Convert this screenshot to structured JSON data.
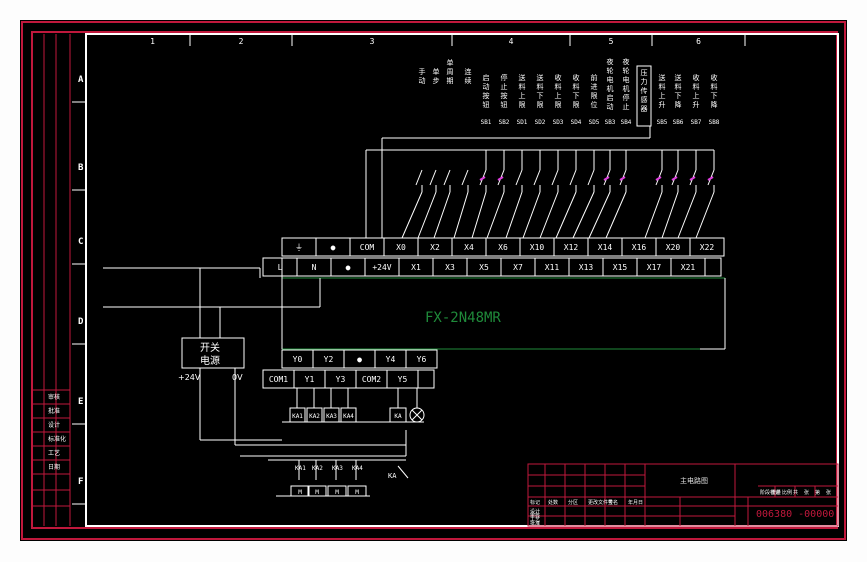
{
  "drawing": {
    "model_title": "FX-2N48MR",
    "power_box": {
      "line1": "开关",
      "line2": "电源",
      "left": "+24V",
      "right": "0V"
    },
    "frame_row_letters": [
      "A",
      "B",
      "C",
      "D",
      "E",
      "F"
    ],
    "frame_col_numbers": [
      "1",
      "2",
      "3",
      "4",
      "5",
      "6"
    ],
    "title_block": {
      "name": "主电路图",
      "code": "006380 -00000"
    },
    "colors": {
      "frame": "#c0183c",
      "line": "#ffffff",
      "model": "#1f8a3a",
      "switch_accent": "#e040e0"
    }
  },
  "top_labels": [
    {
      "id": "manual",
      "text": "手动"
    },
    {
      "id": "single",
      "text": "单步"
    },
    {
      "id": "cycle",
      "text": "单周期"
    },
    {
      "id": "continuous",
      "text": "连续"
    },
    {
      "id": "start",
      "text": "启动按钮",
      "code": "SB1"
    },
    {
      "id": "stop",
      "text": "停止按钮",
      "code": "SB2"
    },
    {
      "id": "feed_up",
      "text": "送料上限",
      "code": "SD1"
    },
    {
      "id": "feed_down",
      "text": "送料下限",
      "code": "SD2"
    },
    {
      "id": "recv_up",
      "text": "收料上限",
      "code": "SD3"
    },
    {
      "id": "recv_down",
      "text": "收料下限",
      "code": "SD4"
    },
    {
      "id": "fwd",
      "text": "前进限位",
      "code": "SD5"
    },
    {
      "id": "motor_start",
      "text": "夜轮电机启动",
      "code": "SB3"
    },
    {
      "id": "motor_stop",
      "text": "夜轮电机停止",
      "code": "SB4"
    },
    {
      "id": "pressure",
      "text": "压力传感器"
    },
    {
      "id": "feed_lift",
      "text": "送料上升",
      "code": "SB5"
    },
    {
      "id": "feed_drop",
      "text": "送料下降",
      "code": "SB6"
    },
    {
      "id": "recv_lift",
      "text": "收料上升",
      "code": "SB7"
    },
    {
      "id": "recv_drop",
      "text": "收料下降",
      "code": "SB8"
    }
  ],
  "plc": {
    "top_row": [
      "⏚",
      "●",
      "COM",
      "X0",
      "X2",
      "X4",
      "X6",
      "X10",
      "X12",
      "X14",
      "X16",
      "X20",
      "X22"
    ],
    "bottom_row": [
      "L",
      "N",
      "●",
      "+24V",
      "X1",
      "X3",
      "X5",
      "X7",
      "X11",
      "X13",
      "X15",
      "X17",
      "X21"
    ],
    "out_top": [
      "Y0",
      "Y2",
      "●",
      "Y4",
      "Y6"
    ],
    "out_bottom": [
      "COM1",
      "Y1",
      "Y3",
      "COM2",
      "Y5"
    ]
  },
  "outputs": {
    "coils": [
      "KA1",
      "KA2",
      "KA3",
      "KA4"
    ],
    "coil_ka": "KA",
    "contacts": [
      "KA1",
      "KA2",
      "KA3",
      "KA4"
    ],
    "ka_switch": "KA",
    "motors": [
      "M",
      "M",
      "M",
      "M"
    ]
  },
  "left_strip": {
    "table_labels": [
      "审核",
      "批准",
      "设计",
      "标准化",
      "工艺",
      "日期"
    ]
  },
  "title_block_rows": {
    "cells": [
      "标记",
      "处数",
      "分区",
      "更改文件号",
      "签名",
      "年月日",
      "设计",
      "审核",
      "工艺",
      "批准"
    ],
    "right_cells": [
      "阶段标记",
      "重量",
      "比例",
      "共",
      "张",
      "第",
      "张"
    ]
  }
}
